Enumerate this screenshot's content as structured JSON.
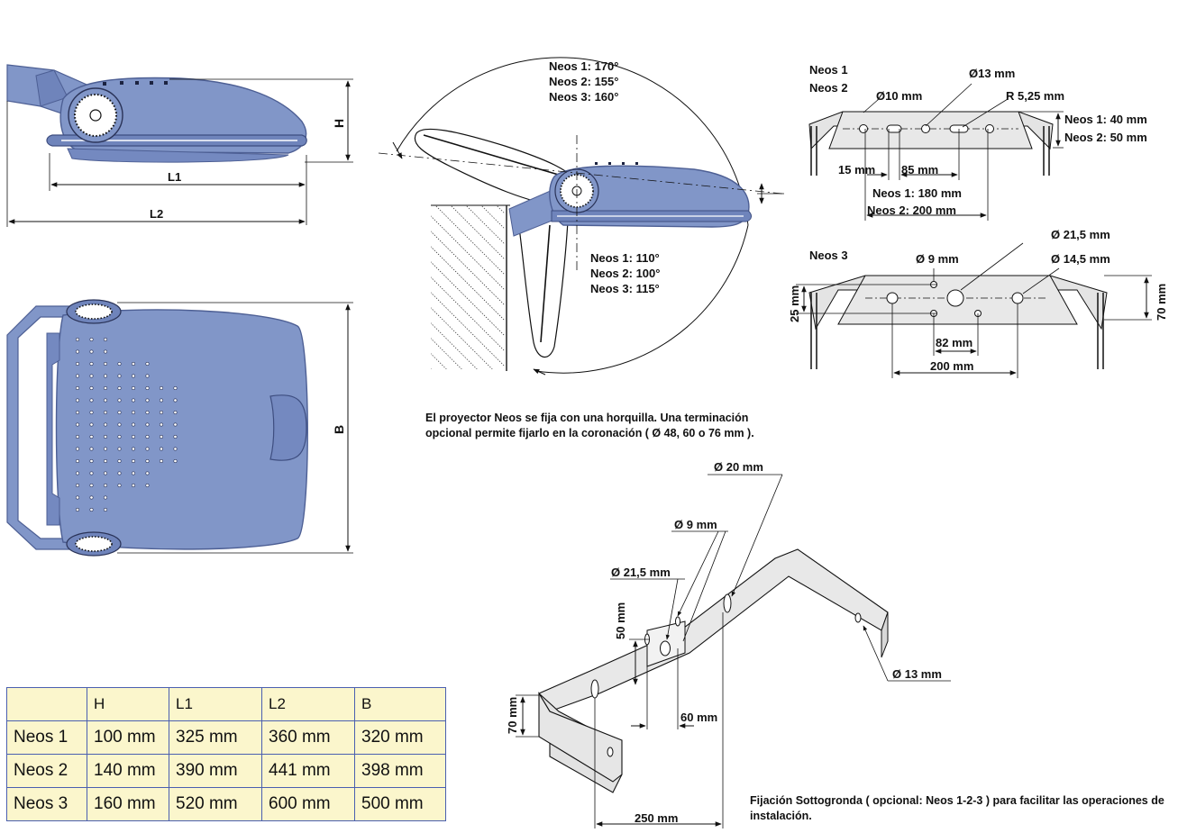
{
  "views": {
    "side": {
      "h": "H",
      "l1": "L1",
      "l2": "L2"
    },
    "top": {
      "b": "B"
    }
  },
  "tilt": {
    "upper": [
      "Neos 1: 170°",
      "Neos 2: 155°",
      "Neos 3: 160°"
    ],
    "lower": [
      "Neos 1: 110°",
      "Neos 2: 100°",
      "Neos 3: 115°"
    ],
    "caption": "El proyector Neos se fija con una horquilla. Una terminación opcional permite fijarlo en la coronación ( Ø 48, 60 o 76 mm )."
  },
  "bracket12": {
    "title1": "Neos 1",
    "title2": "Neos 2",
    "d13": "Ø13 mm",
    "d10": "Ø10 mm",
    "r": "R 5,25 mm",
    "h1": "Neos 1: 40 mm",
    "h2": "Neos 2: 50 mm",
    "d15": "15 mm",
    "d85": "85 mm",
    "w1": "Neos 1: 180 mm",
    "w2": "Neos 2: 200 mm"
  },
  "bracket3": {
    "title": "Neos 3",
    "d215": "Ø 21,5 mm",
    "d9": "Ø 9 mm",
    "d145": "Ø 14,5 mm",
    "h25": "25 mm",
    "h70": "70 mm",
    "w82": "82 mm",
    "w200": "200 mm"
  },
  "sottogronda": {
    "d20": "Ø 20 mm",
    "d9": "Ø 9 mm",
    "d215": "Ø 21,5 mm",
    "h50": "50 mm",
    "h70": "70 mm",
    "w60": "60 mm",
    "d13": "Ø 13 mm",
    "w250": "250 mm",
    "caption": "Fijación Sottogronda ( opcional: Neos 1-2-3 ) para facilitar las operaciones de instalación."
  },
  "table": {
    "headers": [
      "",
      "H",
      "L1",
      "L2",
      "B"
    ],
    "rows": [
      [
        "Neos 1",
        "100 mm",
        "325 mm",
        "360 mm",
        "320 mm"
      ],
      [
        "Neos 2",
        "140 mm",
        "390 mm",
        "441 mm",
        "398 mm"
      ],
      [
        "Neos 3",
        "160 mm",
        "520 mm",
        "600 mm",
        "500 mm"
      ]
    ]
  },
  "colors": {
    "housing": "#8196c8",
    "housing_dark": "#5b6fa6",
    "bracket": "#e4e4e4",
    "table_bg": "#fbf6cc",
    "table_border": "#4a5fb0"
  }
}
